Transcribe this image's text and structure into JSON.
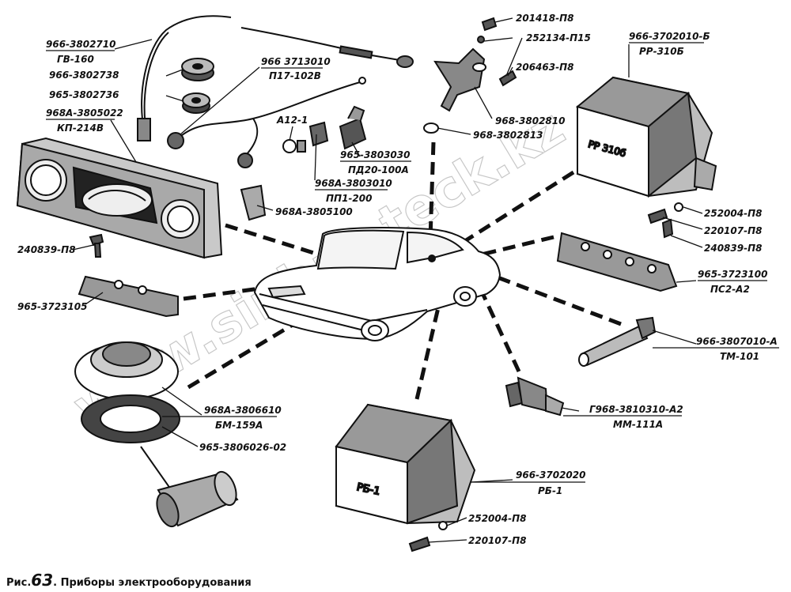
{
  "watermark": "www.sinhro-teck.kz",
  "caption": {
    "prefix": "Рис.",
    "number": "63",
    "title": ". Приборы электрооборудования"
  },
  "parts": {
    "cable_code": "966-3802710",
    "cable_name": "ГВ-160",
    "grommet1": "966-3802738",
    "grommet2": "965-3802736",
    "panel_code": "968А-3805022",
    "panel_name": "КП-214В",
    "harness_code": "966 3713010",
    "harness_name": "П17-102В",
    "lamp": "А12-1",
    "clip": "968А-3805100",
    "bolt_left": "240839-П8",
    "block_left": "965-3723105",
    "bolt_top": "201418-П8",
    "washer_top": "252134-П15",
    "screw_top": "206463-П8",
    "drive": "968-3802810",
    "ring": "968-3802813",
    "sw1_code": "965-3803030",
    "sw1_name": "ПД20-100А",
    "sw2_code": "968А-3803010",
    "sw2_name": "ПП1-200",
    "rr_code": "966-3702010-Б",
    "rr_name": "РР-310Б",
    "rr_face1": "РР 310б",
    "washer_r": "252004-П8",
    "screw_r": "220107-П8",
    "bolt_r": "240839-П8",
    "block_r_code": "965-3723100",
    "block_r_name": "ПС2-А2",
    "temp_code": "966-3807010-А",
    "temp_name": "ТМ-101",
    "oil_code": "Г968-3810310-А2",
    "oil_name": "ММ-111А",
    "fuel_code": "968А-3806610",
    "fuel_name": "БМ-159А",
    "gasket": "965-3806026-02",
    "rb_code": "966-3702020",
    "rb_name": "РБ-1",
    "rb_face": "РБ-1",
    "washer_b": "252004-П8",
    "screw_b": "220107-П8"
  }
}
